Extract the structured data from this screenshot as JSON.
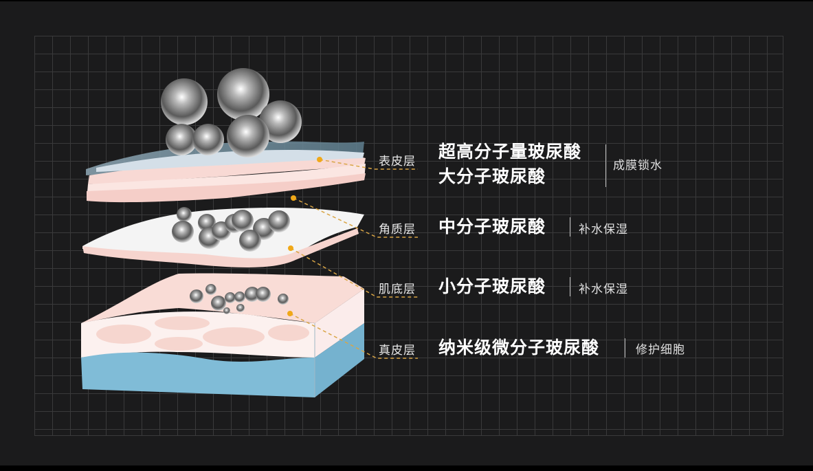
{
  "diagram": {
    "type": "skin-layer-hyaluronic-acid-infographic",
    "layers": [
      {
        "name": "表皮层",
        "products": [
          "超高分子量玻尿酸",
          "大分子玻尿酸"
        ],
        "effect": "成膜锁水"
      },
      {
        "name": "角质层",
        "products": [
          "中分子玻尿酸"
        ],
        "effect": "补水保湿"
      },
      {
        "name": "肌底层",
        "products": [
          "小分子玻尿酸"
        ],
        "effect": "补水保湿"
      },
      {
        "name": "真皮层",
        "products": [
          "纳米级微分子玻尿酸"
        ],
        "effect": "修护细胞"
      }
    ],
    "colors": {
      "background": "#1b1b1c",
      "grid": "#3a3a3b",
      "marker": "#f0a818",
      "leader_line": "#d9a545",
      "epidermis_blue": "#c9d7e3",
      "skin_pink": "#f9dcd6",
      "dermis_blue": "#7fbcd8"
    }
  }
}
